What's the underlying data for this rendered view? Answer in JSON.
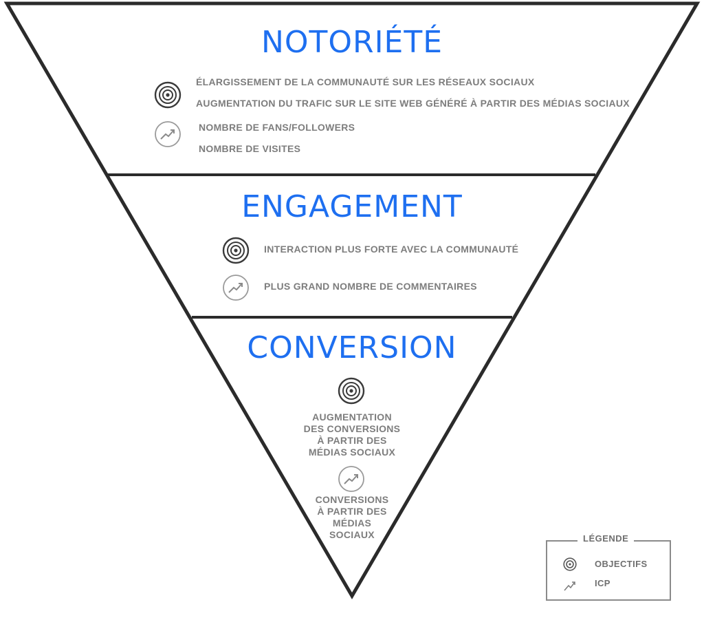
{
  "colors": {
    "title": "#1e6ff0",
    "text": "#7d7d7d",
    "outline": "#2b2b2b"
  },
  "stages": [
    {
      "title": "NOTORIÉTÉ",
      "objectives": [
        "ÉLARGISSEMENT DE LA COMMUNAUTÉ SUR LES RÉSEAUX SOCIAUX",
        "AUGMENTATION DU TRAFIC SUR LE SITE WEB GÉNÉRÉ À PARTIR DES MÉDIAS SOCIAUX"
      ],
      "kpis": [
        "NOMBRE DE FANS/FOLLOWERS",
        "NOMBRE DE VISITES"
      ]
    },
    {
      "title": "ENGAGEMENT",
      "objectives": [
        "INTERACTION PLUS FORTE AVEC LA COMMUNAUTÉ"
      ],
      "kpis": [
        "PLUS GRAND NOMBRE DE COMMENTAIRES"
      ]
    },
    {
      "title": "CONVERSION",
      "objectives": [
        "AUGMENTATION",
        "DES CONVERSIONS",
        "À PARTIR DES",
        "MÉDIAS SOCIAUX"
      ],
      "kpis": [
        "CONVERSIONS",
        "À PARTIR DES",
        "MÉDIAS",
        "SOCIAUX"
      ]
    }
  ],
  "legend": {
    "title": "LÉGENDE",
    "objectives_label": "OBJECTIFS",
    "kpi_label": "ICP",
    "objectives_icon": "target-icon",
    "kpi_icon": "trend-up-icon"
  }
}
